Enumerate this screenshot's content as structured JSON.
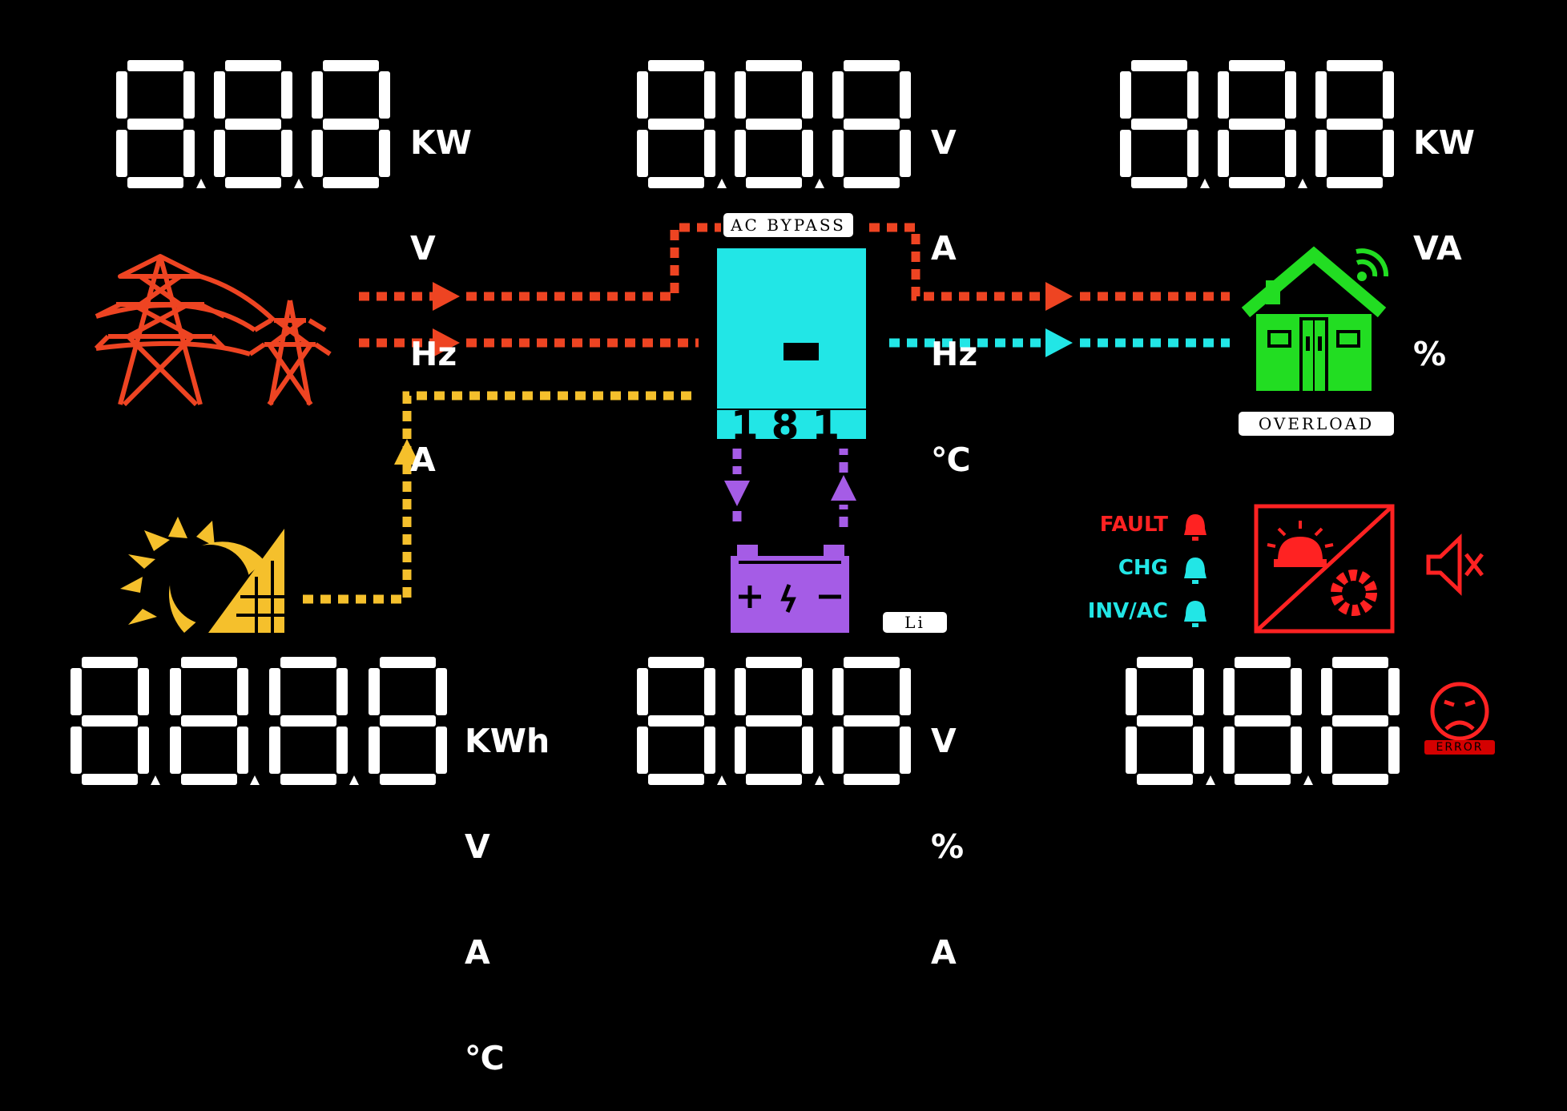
{
  "displays": {
    "top_left": {
      "value": "8.8.8",
      "units": [
        "KW",
        "V",
        "Hz",
        "A"
      ]
    },
    "top_center": {
      "value": "8.8.8",
      "units": [
        "V",
        "A",
        "Hz",
        "℃"
      ]
    },
    "top_right": {
      "value": "8.8.8",
      "units": [
        "KW",
        "VA",
        "%"
      ]
    },
    "bottom_left": {
      "value": "8.8.8.8",
      "units": [
        "KWh",
        "V",
        "A",
        "℃"
      ]
    },
    "bottom_center": {
      "value": "8.8.8",
      "units": [
        "V",
        "%",
        "A"
      ]
    },
    "bottom_right": {
      "value": "8.8.8"
    }
  },
  "labels": {
    "ac_bypass": "AC BYPASS",
    "overload": "OVERLOAD",
    "battery_type": "Li",
    "fault": "FAULT",
    "chg": "CHG",
    "inv_ac": "INV/AC",
    "error": "ERROR"
  },
  "colors": {
    "grid": "#ee4422",
    "pv": "#f5c02c",
    "inverter": "#22e6e6",
    "load": "#22dd22",
    "battery": "#a55ce6",
    "fault": "#ff2222",
    "status_ok": "#22e6e6",
    "digits": "#ffffff"
  },
  "icons": [
    "power-tower-icon",
    "solar-panel-icon",
    "inverter-icon",
    "battery-icon",
    "house-icon",
    "alarm-bell-icon",
    "fault-gear-icon",
    "mute-icon",
    "sad-face-icon"
  ]
}
